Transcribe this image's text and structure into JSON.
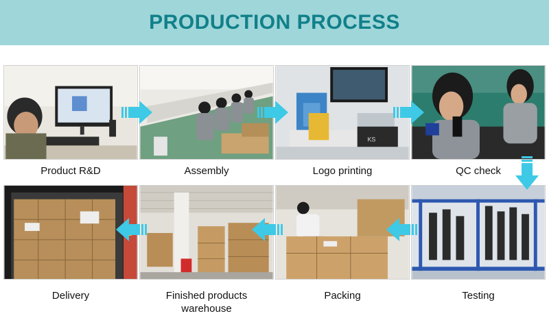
{
  "title": "PRODUCTION PROCESS",
  "colors": {
    "banner_bg": "#9fd6da",
    "title": "#118089",
    "arrow": "#3ec9e6"
  },
  "steps": [
    {
      "label": "Product R&D"
    },
    {
      "label": "Assembly"
    },
    {
      "label": "Logo printing"
    },
    {
      "label": "QC check"
    },
    {
      "label": "Testing"
    },
    {
      "label": "Packing"
    },
    {
      "label": "Finished products warehouse",
      "line1": "Finished products",
      "line2": "warehouse"
    },
    {
      "label": "Delivery"
    }
  ]
}
